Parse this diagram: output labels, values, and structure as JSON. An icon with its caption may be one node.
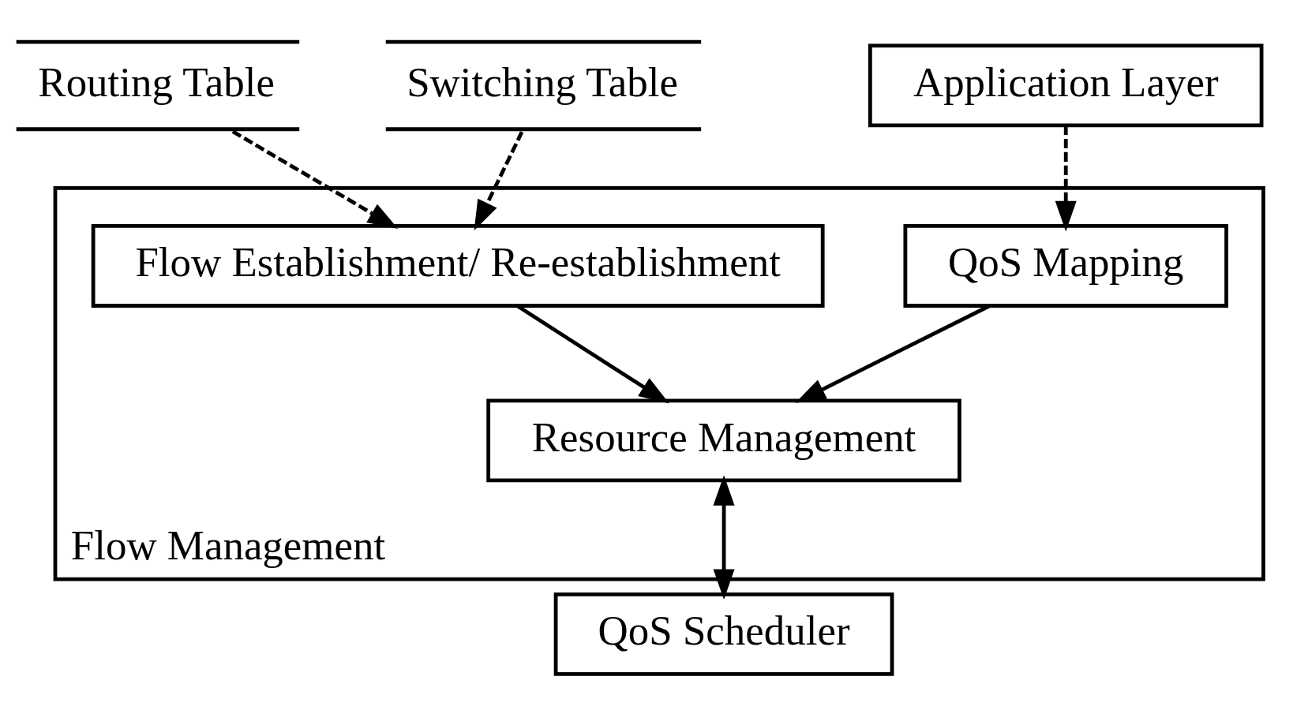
{
  "diagram": {
    "nodes": [
      {
        "text": [
          "Routing Table"
        ]
      },
      {
        "text": [
          "Switching Table"
        ]
      },
      {
        "text": [
          "Application Layer"
        ]
      },
      {
        "text": [
          "Flow Management"
        ]
      },
      {
        "text": [
          "Flow Establishment/ Re-establishment"
        ],
        "in": 3
      },
      {
        "text": [
          "QoS Mapping"
        ],
        "in": 3
      },
      {
        "text": [
          "Resource Management"
        ],
        "in": 3
      },
      {
        "text": [
          "QoS Scheduler"
        ]
      }
    ],
    "edges": [
      {
        "from": 0,
        "to": 4,
        "arrow": "to",
        "style": "dashed"
      },
      {
        "from": 1,
        "to": 4,
        "arrow": "to",
        "style": "dashed"
      },
      {
        "from": 2,
        "to": 5,
        "arrow": "to",
        "style": "dashed"
      },
      {
        "from": 4,
        "to": 6,
        "arrow": "to"
      },
      {
        "from": 5,
        "to": 6,
        "arrow": "to"
      },
      {
        "from": 6,
        "to": 7,
        "arrow": "both"
      }
    ]
  }
}
